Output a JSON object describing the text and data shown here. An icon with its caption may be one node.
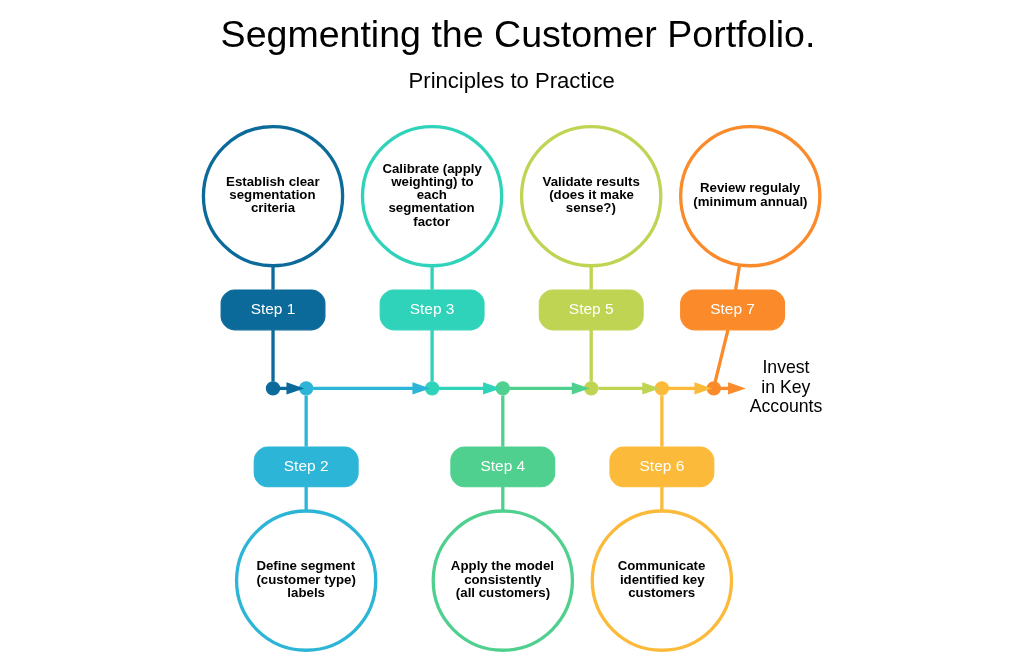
{
  "diagram": {
    "title": "Segmenting the Customer Portfolio.",
    "nodes": [
      {
        "text": [
          "Establish clear segmentation criteria"
        ]
      },
      {
        "text": [
          "Step 1"
        ]
      },
      {
        "text": [],
        "shape": "circle"
      },
      {
        "text": [],
        "shape": "circle"
      },
      {
        "text": [
          "Step 2"
        ]
      },
      {
        "text": [
          "Define segment (customer type) labels"
        ]
      },
      {
        "text": [
          "Calibrate (apply weighting) to each segmentation factor"
        ]
      },
      {
        "text": [
          "Step 3"
        ]
      },
      {
        "text": [],
        "shape": "circle"
      },
      {
        "text": [],
        "shape": "circle"
      },
      {
        "text": [
          "Step 4"
        ]
      },
      {
        "text": [
          "Apply the model consistently (all customers)"
        ]
      },
      {
        "text": [
          "Validate results (does it make sense?)"
        ]
      },
      {
        "text": [
          "Step 5"
        ]
      },
      {
        "text": [],
        "shape": "circle"
      },
      {
        "text": [],
        "shape": "circle"
      },
      {
        "text": [
          "Step 6"
        ]
      },
      {
        "text": [
          "Communicate identified key customers"
        ]
      },
      {
        "text": [
          "Review regulaly (minimum annual)"
        ]
      },
      {
        "text": [
          "Step 7"
        ]
      },
      {
        "text": [],
        "shape": "circle"
      },
      {
        "text": [
          "Invest in Key Accounts"
        ]
      }
    ],
    "edges": [
      {
        "from": 0,
        "to": 1,
        "arrow": "none",
        "color": "#0b6a9a"
      },
      {
        "from": 1,
        "to": 2,
        "arrow": "none",
        "color": "#0b6a9a"
      },
      {
        "from": 3,
        "to": 4,
        "arrow": "none",
        "color": "#2cb5d6"
      },
      {
        "from": 4,
        "to": 5,
        "arrow": "none",
        "color": "#2cb5d6"
      },
      {
        "from": 6,
        "to": 7,
        "arrow": "none",
        "color": "#2ed3b9"
      },
      {
        "from": 7,
        "to": 8,
        "arrow": "none",
        "color": "#2ed3b9"
      },
      {
        "from": 9,
        "to": 10,
        "arrow": "none",
        "color": "#4fd08e"
      },
      {
        "from": 10,
        "to": 11,
        "arrow": "none",
        "color": "#4fd08e"
      },
      {
        "from": 12,
        "to": 13,
        "arrow": "none",
        "color": "#bfd452"
      },
      {
        "from": 13,
        "to": 14,
        "arrow": "none",
        "color": "#bfd452"
      },
      {
        "from": 15,
        "to": 16,
        "arrow": "none",
        "color": "#fcba3a"
      },
      {
        "from": 16,
        "to": 17,
        "arrow": "none",
        "color": "#fcba3a"
      },
      {
        "from": 18,
        "to": 19,
        "arrow": "none",
        "color": "#fb8a2a"
      },
      {
        "from": 19,
        "to": 20,
        "arrow": "none",
        "color": "#fb8a2a"
      },
      {
        "from": 2,
        "to": 3,
        "arrow": "to",
        "color": "#0b6a9a"
      },
      {
        "from": 3,
        "to": 8,
        "arrow": "to",
        "color": "#2cb5d6"
      },
      {
        "from": 8,
        "to": 9,
        "arrow": "to",
        "color": "#2ed3b9"
      },
      {
        "from": 9,
        "to": 14,
        "arrow": "to",
        "color": "#4fd08e"
      },
      {
        "from": 14,
        "to": 15,
        "arrow": "to",
        "color": "#bfd452"
      },
      {
        "from": 15,
        "to": 20,
        "arrow": "to",
        "color": "#fcba3a"
      },
      {
        "from": 20,
        "to": 21,
        "arrow": "to",
        "color": "#fb8a2a"
      }
    ],
    "labels": [
      "Principles to Practice"
    ]
  }
}
